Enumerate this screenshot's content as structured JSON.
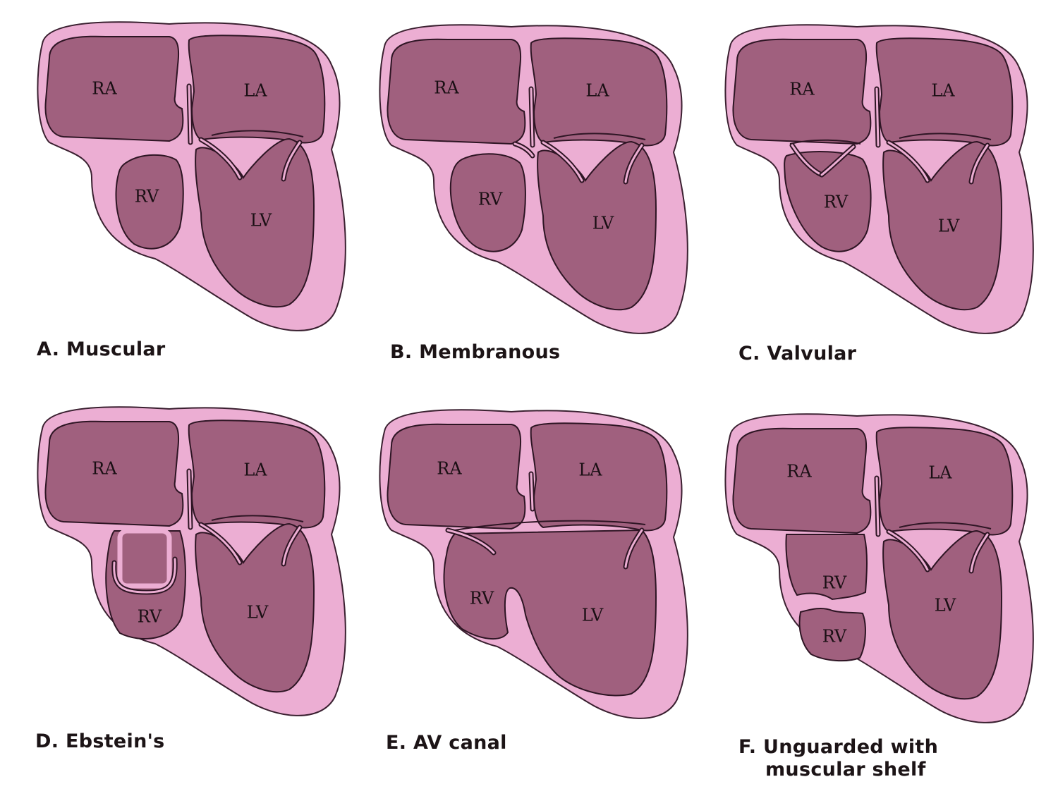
{
  "colors": {
    "background": "#ffffff",
    "wall": "#ecaed3",
    "wall_outline": "#3a2030",
    "chamber": "#a0607e",
    "chamber_outline": "#2e1524",
    "label_text": "#1a0f14"
  },
  "panels": [
    {
      "id": "A",
      "caption_lines": [
        "A. Muscular"
      ],
      "labels": {
        "ra": "RA",
        "la": "LA",
        "rv": "RV",
        "lv": "LV"
      }
    },
    {
      "id": "B",
      "caption_lines": [
        "B. Membranous"
      ],
      "labels": {
        "ra": "RA",
        "la": "LA",
        "rv": "RV",
        "lv": "LV"
      }
    },
    {
      "id": "C",
      "caption_lines": [
        "C. Valvular"
      ],
      "labels": {
        "ra": "RA",
        "la": "LA",
        "rv": "RV",
        "lv": "LV"
      }
    },
    {
      "id": "D",
      "caption_lines": [
        "D. Ebstein's"
      ],
      "labels": {
        "ra": "RA",
        "la": "LA",
        "rv": "RV",
        "lv": "LV"
      }
    },
    {
      "id": "E",
      "caption_lines": [
        "E. AV canal"
      ],
      "labels": {
        "ra": "RA",
        "la": "LA",
        "rv": "RV",
        "lv": "LV"
      }
    },
    {
      "id": "F",
      "caption_lines": [
        "F. Unguarded with",
        "muscular shelf"
      ],
      "labels": {
        "ra": "RA",
        "la": "LA",
        "rv": "RV",
        "rv2": "RV",
        "lv": "LV"
      }
    }
  ]
}
